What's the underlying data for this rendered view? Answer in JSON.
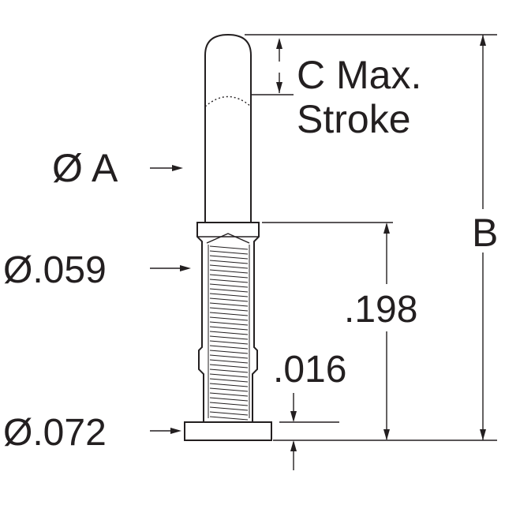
{
  "labels": {
    "c_max": "C Max.",
    "stroke": "Stroke",
    "dia_a": "Ø A",
    "dia_059": "Ø.059",
    "dia_072": "Ø.072",
    "dim_198": ".198",
    "dim_016": ".016",
    "dim_b": "B"
  },
  "colors": {
    "ink": "#231f20",
    "background": "#ffffff"
  }
}
